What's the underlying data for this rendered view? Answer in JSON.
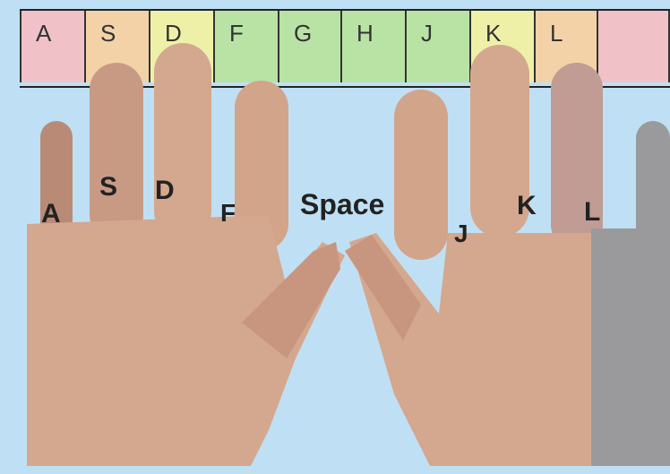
{
  "keyboard": {
    "keys": [
      {
        "letter": "A",
        "color": "#f0c2c8"
      },
      {
        "letter": "S",
        "color": "#f4d2a8"
      },
      {
        "letter": "D",
        "color": "#eef0a8"
      },
      {
        "letter": "F",
        "color": "#b9e3a5"
      },
      {
        "letter": "G",
        "color": "#b9e3a5"
      },
      {
        "letter": "H",
        "color": "#b9e3a5"
      },
      {
        "letter": "J",
        "color": "#b9e3a5"
      },
      {
        "letter": "K",
        "color": "#eef0a8"
      },
      {
        "letter": "L",
        "color": "#f4d2a8"
      },
      {
        "letter": "",
        "color": "#f0c2c8"
      }
    ]
  },
  "finger_labels": {
    "a": "A",
    "s": "S",
    "d": "D",
    "f": "F",
    "space": "Space",
    "j": "J",
    "k": "K",
    "l": "L"
  },
  "colors": {
    "background": "#bfe0f4",
    "skin": "#d4a88e",
    "skin_shadow": "#b98b76",
    "skin_gray": "#9a9a9c"
  }
}
